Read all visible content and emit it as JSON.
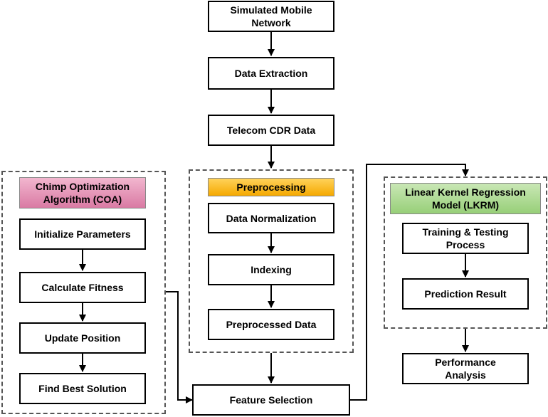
{
  "nodes": {
    "simulated_mobile_network": "Simulated Mobile\nNetwork",
    "data_extraction": "Data Extraction",
    "telecom_cdr_data": "Telecom CDR Data",
    "coa_title": "Chimp Optimization\nAlgorithm (COA)",
    "initialize_parameters": "Initialize Parameters",
    "calculate_fitness": "Calculate Fitness",
    "update_position": "Update Position",
    "find_best_solution": "Find Best Solution",
    "preprocessing_title": "Preprocessing",
    "data_normalization": "Data Normalization",
    "indexing": "Indexing",
    "preprocessed_data": "Preprocessed Data",
    "feature_selection": "Feature Selection",
    "lkrm_title": "Linear Kernel Regression\nModel (LKRM)",
    "training_testing": "Training & Testing\nProcess",
    "prediction_result": "Prediction Result",
    "performance_analysis": "Performance\nAnalysis"
  },
  "colors": {
    "coa_header": "#e08cb0",
    "preprocessing_header": "#f7b21c",
    "lkrm_header": "#a9d88e",
    "line": "#000000",
    "group_border": "#555555"
  }
}
